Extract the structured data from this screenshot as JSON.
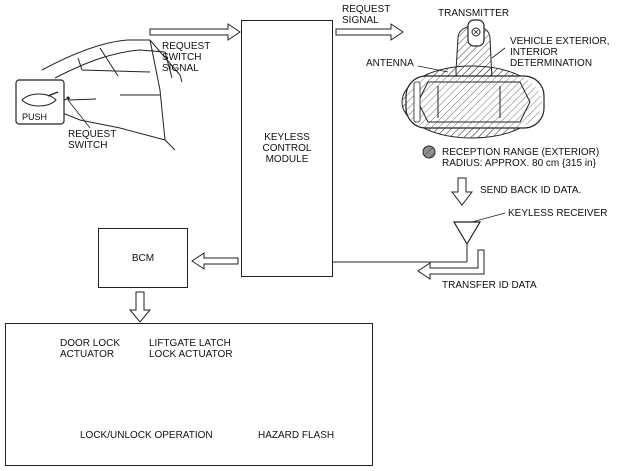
{
  "labels": {
    "request_switch_signal": [
      "REQUEST",
      "SWITCH",
      "SIGNAL"
    ],
    "request_signal": [
      "REQUEST",
      "SIGNAL"
    ],
    "transmitter": "TRANSMITTER",
    "vehicle_exterior": [
      "VEHICLE EXTERIOR,",
      "INTERIOR",
      "DETERMINATION"
    ],
    "antenna": "ANTENNA",
    "push": "PUSH",
    "request_switch": [
      "REQUEST",
      "SWITCH"
    ],
    "keyless_control_module": [
      "KEYLESS",
      "CONTROL",
      "MODULE"
    ],
    "reception_range": [
      "RECEPTION RANGE (EXTERIOR)",
      "RADIUS: APPROX. 80 cm {315 in}"
    ],
    "send_back_id": "SEND BACK ID DATA.",
    "keyless_receiver": "KEYLESS RECEIVER",
    "bcm": "BCM",
    "transfer_id_data": "TRANSFER ID DATA",
    "door_lock_actuator": [
      "DOOR LOCK",
      "ACTUATOR"
    ],
    "liftgate_latch": [
      "LIFTGATE LATCH",
      "LOCK ACTUATOR"
    ],
    "lock_unlock_operation": "LOCK/UNLOCK OPERATION",
    "hazard_flash": "HAZARD FLASH"
  }
}
